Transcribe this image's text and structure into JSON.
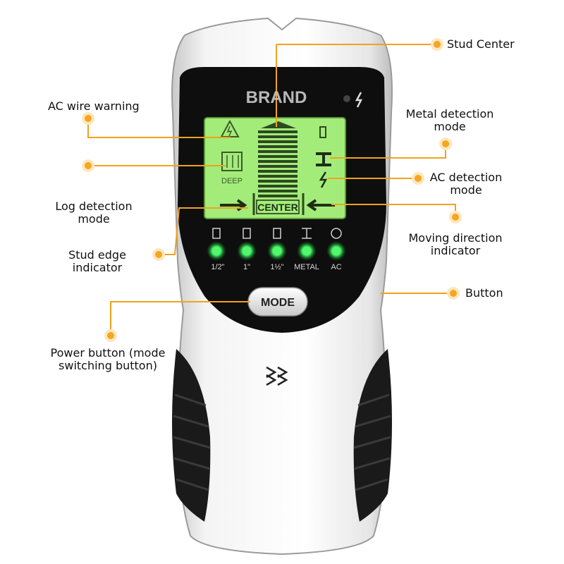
{
  "device": {
    "brand": "BRAND",
    "mode_button": "MODE",
    "lcd": {
      "deep_label": "DEEP",
      "center_label": "CENTER"
    },
    "led_labels": [
      "1/2\"",
      "1\"",
      "1½\"",
      "METAL",
      "AC"
    ],
    "colors": {
      "body": "#f1f1f1",
      "face": "#0e0e0e",
      "lcd": "#a4ec7a",
      "led": "#34e25a",
      "callout_dot": "#f5a623"
    }
  },
  "callouts": {
    "stud_center": "Stud Center",
    "ac_wire_warning": "AC wire warning",
    "metal_detection": [
      "Metal detection",
      "mode"
    ],
    "ac_detection": [
      "AC detection",
      "mode"
    ],
    "log_detection": [
      "Log detection",
      "mode"
    ],
    "moving_direction": [
      "Moving direction",
      "indicator"
    ],
    "stud_edge": [
      "Stud edge",
      "indicator"
    ],
    "button": "Button",
    "power_button": [
      "Power button (mode",
      "switching button)"
    ]
  }
}
